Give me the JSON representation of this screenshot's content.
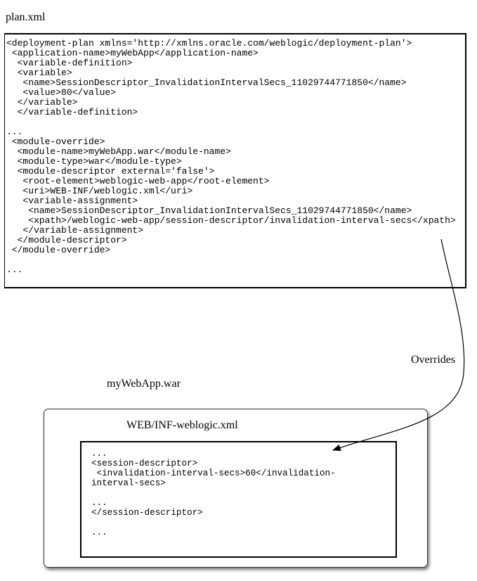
{
  "plan": {
    "title": "plan.xml",
    "code": "<deployment-plan xmlns='http://xmlns.oracle.com/weblogic/deployment-plan'>\n <application-name>myWebApp</application-name>\n  <variable-definition>\n  <variable>\n   <name>SessionDescriptor_InvalidationIntervalSecs_11029744771850</name>\n   <value>80</value>\n  </variable>\n  </variable-definition>\n\n...\n <module-override>\n  <module-name>myWebApp.war</module-name>\n  <module-type>war</module-type>\n  <module-descriptor external='false'>\n   <root-element>weblogic-web-app</root-element>\n   <uri>WEB-INF/weblogic.xml</uri>\n   <variable-assignment>\n    <name>SessionDescriptor_InvalidationIntervalSecs_11029744771850</name>\n    <xpath>/weblogic-web-app/session-descriptor/invalidation-interval-secs</xpath>\n   </variable-assignment>\n  </module-descriptor>\n </module-override>\n\n..."
  },
  "arrow": {
    "label": "Overrides"
  },
  "war": {
    "title": "myWebApp.war",
    "descriptor_title": "WEB/INF-weblogic.xml",
    "code": "...\n<session-descriptor>\n <invalidation-interval-secs>60</invalidation-\ninterval-secs>\n\n...\n</session-descriptor>\n\n..."
  }
}
